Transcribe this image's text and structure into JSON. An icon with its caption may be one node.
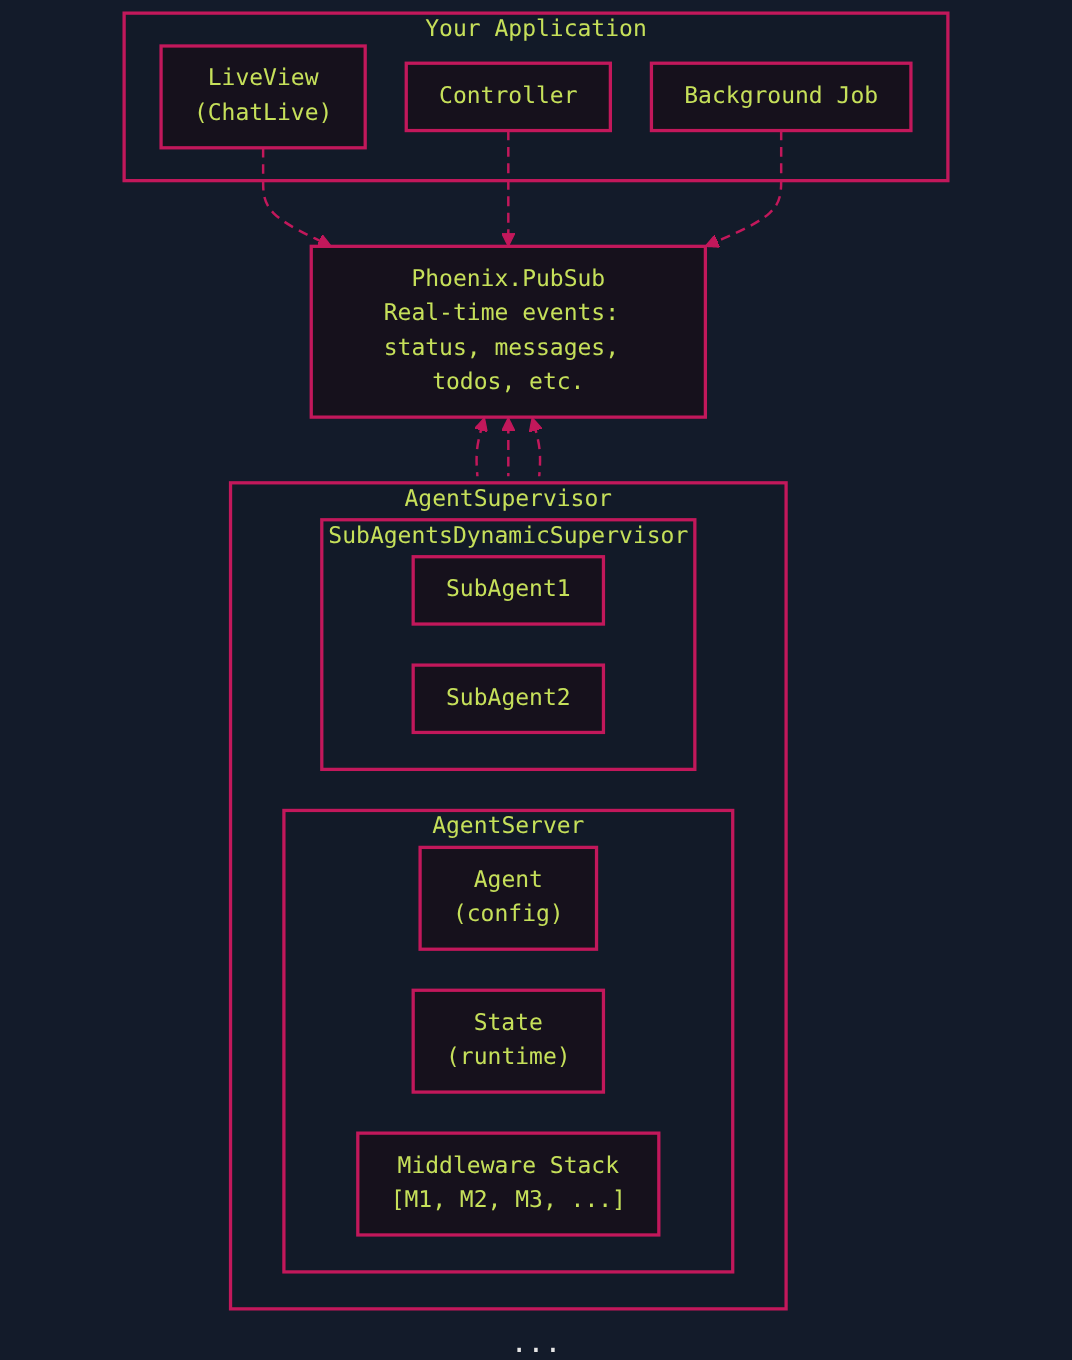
{
  "diagram": {
    "nodes": [
      {
        "text": [
          "Your Application"
        ]
      },
      {
        "text": [
          "LiveView",
          "(ChatLive)"
        ],
        "in": 0
      },
      {
        "text": [
          "Controller"
        ],
        "in": 0
      },
      {
        "text": [
          "Background Job"
        ],
        "in": 0
      },
      {
        "text": [
          "Phoenix.PubSub",
          "Real-time events: status, messages, todos, etc."
        ]
      },
      {
        "text": [
          "AgentSupervisor"
        ]
      },
      {
        "text": [
          "AgentServer"
        ],
        "in": 5
      },
      {
        "text": [
          "Agent",
          "(config)"
        ],
        "in": 6
      },
      {
        "text": [
          "State",
          "(runtime)"
        ],
        "in": 6
      },
      {
        "text": [
          "Middleware Stack",
          "[M1, M2, M3, ...]"
        ],
        "in": 6
      },
      {
        "text": [
          "SubAgentsDynamicSupervisor"
        ],
        "in": 5
      },
      {
        "text": [
          "SubAgent1"
        ],
        "in": 10
      },
      {
        "text": [
          "SubAgent2"
        ],
        "in": 10
      }
    ],
    "edges": [
      {
        "from": 1,
        "to": 4,
        "arrow": "to",
        "style": "dashed"
      },
      {
        "from": 2,
        "to": 4,
        "arrow": "to",
        "style": "dashed"
      },
      {
        "from": 3,
        "to": 4,
        "arrow": "to",
        "style": "dashed"
      },
      {
        "from": 5,
        "to": 4,
        "arrow": "to",
        "style": "dashed"
      },
      {
        "from": 5,
        "to": 4,
        "arrow": "to",
        "style": "dashed"
      },
      {
        "from": 5,
        "to": 4,
        "arrow": "to",
        "style": "dashed"
      }
    ],
    "labels": [
      "..."
    ]
  }
}
